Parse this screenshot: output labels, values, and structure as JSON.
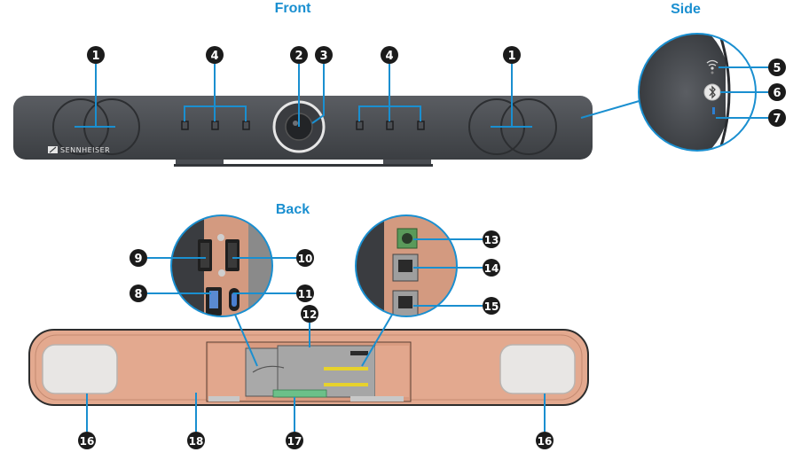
{
  "titles": {
    "front": "Front",
    "side": "Side",
    "back": "Back"
  },
  "brand": "SENNHEISER",
  "callouts": {
    "front": [
      "1",
      "2",
      "3",
      "4",
      "4",
      "1"
    ],
    "side": [
      "5",
      "6",
      "7"
    ],
    "back": [
      "9",
      "10",
      "8",
      "11",
      "12",
      "13",
      "14",
      "15",
      "16",
      "16",
      "18",
      "17"
    ]
  },
  "colors": {
    "accent": "#1a8fd0",
    "device_front": "#4a4d52",
    "device_back": "#e3a98f",
    "badge": "#1b1b1b",
    "speaker_grille": "#e8e6e4",
    "terminal_green": "#6cc089"
  },
  "icons": [
    "wifi-icon",
    "bluetooth-icon",
    "led-icon"
  ]
}
